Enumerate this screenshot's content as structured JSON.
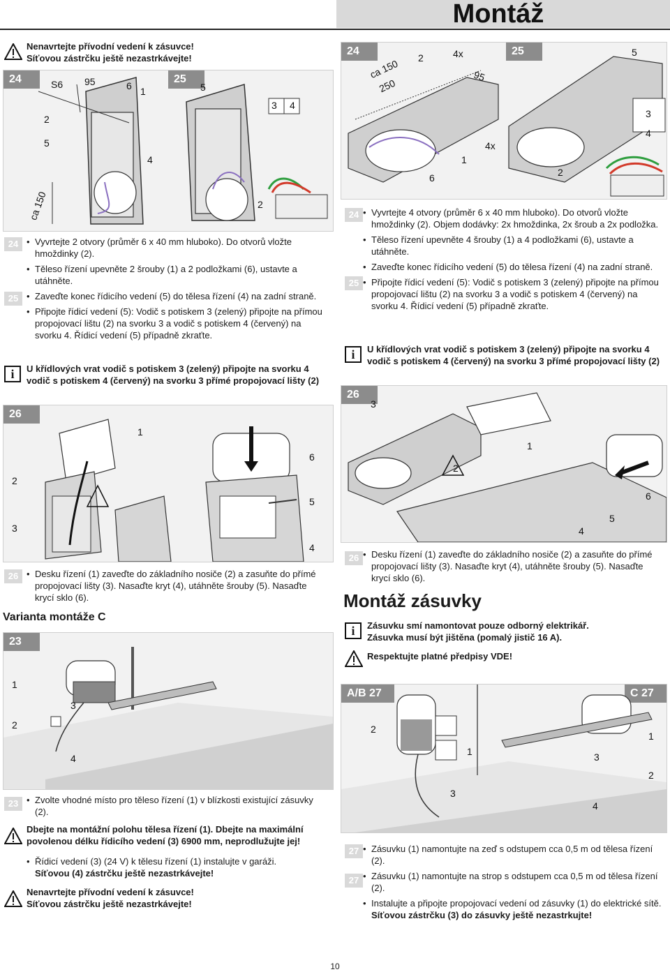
{
  "header": {
    "title": "Montáž"
  },
  "left": {
    "warning_top": [
      "Nenavrtejte přívodní vedení k zásuvce!",
      "Síťovou zástrčku ještě nezastrkávejte!"
    ],
    "fig_tabs": [
      "24",
      "25"
    ],
    "fig_labels": {
      "a": "S6",
      "b": "95",
      "c": "6",
      "d": "1",
      "e": "2",
      "f": "5",
      "g": "4",
      "h": "ca 150",
      "i": "5",
      "j": "3",
      "k": "4",
      "l": "2"
    },
    "steps_badges": [
      "24",
      "25"
    ],
    "steps": [
      "Vyvrtejte 2 otvory (průměr 6 x 40 mm hluboko). Do otvorů vložte hmoždinky (2).",
      "Těleso řízení upevněte 2 šrouby (1) a 2 podložkami (6), ustavte a utáhněte.",
      "Zaveďte konec řídicího vedení (5) do tělesa řízení (4) na zadní straně.",
      "Připojte řídicí vedení (5): Vodič s potiskem 3 (zelený) připojte na přímou propojovací lištu (2) na svorku 3 a vodič s potiskem 4 (červený) na svorku 4. Řídicí vedení (5) případně zkraťte."
    ],
    "info": "U křídlových vrat vodič s potiskem 3 (zelený) připojte na svorku 4 vodič s potiskem 4 (červený) na svorku 3 přímé propojovací lišty (2)",
    "fig26_tab": "26",
    "fig26_labels": {
      "a": "1",
      "b": "2",
      "c": "6",
      "d": "5",
      "e": "3",
      "f": "4"
    },
    "step26_badge": "26",
    "step26": "Desku řízení (1) zaveďte do základního nosiče (2) a zasuňte do přímé propojovací lišty (3). Nasaďte kryt (4), utáhněte šrouby (5). Nasaďte krycí sklo (6).",
    "variant_heading": "Varianta montáže C",
    "fig23_tab": "23",
    "fig23_labels": {
      "a": "1",
      "b": "3",
      "c": "2",
      "d": "4"
    },
    "step23_badge": "23",
    "step23": "Zvolte vhodné místo pro těleso řízení (1) v blízkosti existující zásuvky (2).",
    "warning_mid": "Dbejte na montážní polohu tělesa řízení (1). Dbejte na maximální povolenou délku řídicího vedení (3) 6900 mm, neprodlužujte jej!",
    "step23b": "Řídicí vedení (3) (24 V) k tělesu řízení (1) instalujte v garáži.",
    "step23b_bold": "Síťovou (4) zástrčku ještě nezastrkávejte!",
    "warning_bottom": [
      "Nenavrtejte přívodní vedení k zásuvce!",
      "Síťovou zástrčku ještě nezastrkávejte!"
    ]
  },
  "right": {
    "fig_tabs": [
      "24",
      "25"
    ],
    "fig_labels": {
      "a": "2",
      "b": "4x",
      "c": "95",
      "d": "ca 150",
      "e": "250",
      "f": "6",
      "g": "1",
      "h": "4x",
      "i": "5",
      "j": "3",
      "k": "4",
      "l": "2"
    },
    "steps_badges": [
      "24",
      "25"
    ],
    "steps": [
      "Vyvrtejte 4 otvory (průměr 6 x 40 mm hluboko). Do otvorů vložte hmoždinky (2). Objem dodávky: 2x hmoždinka, 2x šroub a 2x podložka.",
      "Těleso řízení upevněte 4 šrouby (1) a 4 podložkami (6), ustavte a utáhněte.",
      "Zaveďte konec řídicího vedení (5) do tělesa řízení (4) na zadní straně.",
      "Připojte řídicí vedení (5): Vodič s potiskem 3 (zelený) připojte na přímou propojovací lištu (2) na svorku 3 a vodič s potiskem 4 (červený) na svorku 4. Řídicí vedení (5) případně zkraťte."
    ],
    "info": "U křídlových vrat vodič s potiskem 3 (zelený) připojte na svorku 4 vodič s potiskem 4 (červený) na svorku 3 přímé propojovací lišty (2)",
    "fig26_tab": "26",
    "fig26_labels": {
      "a": "3",
      "b": "1",
      "c": "2",
      "d": "6",
      "e": "5",
      "f": "4"
    },
    "step26_badge": "26",
    "step26": "Desku řízení (1) zaveďte do základního nosiče (2) a zasuňte do přímé propojovací lišty (3). Nasaďte kryt (4), utáhněte šrouby (5). Nasaďte krycí sklo (6).",
    "socket_heading": "Montáž zásuvky",
    "socket_info": [
      "Zásuvku smí namontovat pouze odborný elektrikář.",
      "Zásuvka musí být jištěna (pomalý jistič 16 A)."
    ],
    "socket_warning": "Respektujte platné předpisy VDE!",
    "fig27_tabs": [
      "A/B 27",
      "C 27"
    ],
    "fig27_labels": {
      "a": "2",
      "b": "1",
      "c": "3",
      "d": "1",
      "e": "3",
      "f": "2",
      "g": "4"
    },
    "step27_badges": [
      "27",
      "27"
    ],
    "step27": [
      "Zásuvku (1) namontujte na zeď s odstupem cca 0,5 m od tělesa řízení (2).",
      "Zásuvku (1) namontujte na strop s odstupem cca 0,5 m od tělesa řízení (2).",
      "Instalujte a připojte propojovací vedení od zásuvky (1) do elektrické sítě."
    ],
    "step27_bold": "Síťovou zástrčku (3) do zásuvky ještě nezastrkujte!"
  },
  "footer": {
    "page": "10"
  },
  "colors": {
    "panel_bg": "#f2f2f2",
    "tab_grey": "#8c8c8c",
    "badge_grey": "#d9d9d9",
    "wire_green": "#2e9e3e",
    "wire_red": "#d23a2a",
    "wire_purple": "#8a6fc0"
  }
}
